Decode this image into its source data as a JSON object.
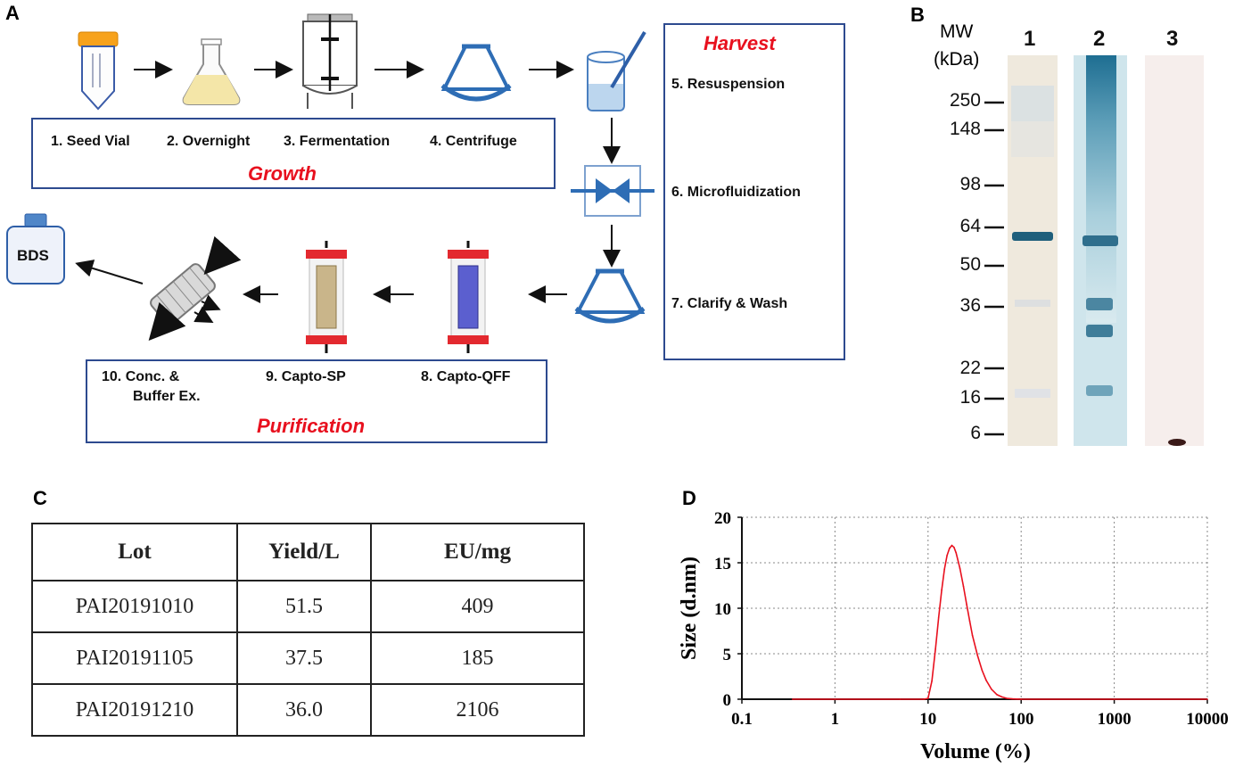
{
  "panels": {
    "a": "A",
    "b": "B",
    "c": "C",
    "d": "D"
  },
  "panel_a": {
    "steps": {
      "seed_vial": "1. Seed Vial",
      "overnight": "2. Overnight",
      "fermentation": "3. Fermentation",
      "centrifuge": "4. Centrifuge",
      "resuspension": "5. Resuspension",
      "microfluidization": "6. Microfluidization",
      "clarify": "7. Clarify & Wash",
      "capto_qff": "8. Capto-QFF",
      "capto_sp": "9. Capto-SP",
      "conc_line1": "10. Conc. &",
      "conc_line2": "Buffer Ex."
    },
    "groups": {
      "growth": "Growth",
      "harvest": "Harvest",
      "purification": "Purification"
    },
    "bds": "BDS"
  },
  "panel_b": {
    "mw_title": "MW",
    "mw_unit": "(kDa)",
    "lanes": [
      "1",
      "2",
      "3"
    ],
    "markers": [
      "250",
      "148",
      "98",
      "64",
      "50",
      "36",
      "22",
      "16",
      "6"
    ]
  },
  "panel_c": {
    "headers": [
      "Lot",
      "Yield/L",
      "EU/mg"
    ],
    "rows": [
      [
        "PAI20191010",
        "51.5",
        "409"
      ],
      [
        "PAI20191105",
        "37.5",
        "185"
      ],
      [
        "PAI20191210",
        "36.0",
        "2106"
      ]
    ]
  },
  "chart_data": {
    "type": "line",
    "xlabel": "Volume (%)",
    "ylabel": "Size (d.nm)",
    "x_scale": "log",
    "xlim": [
      0.1,
      10000
    ],
    "ylim": [
      0,
      20
    ],
    "xticks": [
      "0.1",
      "1",
      "10",
      "100",
      "1000",
      "10000"
    ],
    "yticks": [
      "0",
      "5",
      "10",
      "15",
      "20"
    ],
    "grid": true,
    "series": [
      {
        "color": "#e8101e",
        "x": [
          0.35,
          1,
          5,
          9,
          10,
          11,
          12,
          13,
          14,
          15,
          16,
          17,
          18,
          19,
          20,
          22,
          24,
          26,
          28,
          30,
          34,
          38,
          42,
          48,
          55,
          62,
          70,
          80,
          90,
          100,
          1000,
          10000
        ],
        "y": [
          0,
          0,
          0,
          0,
          0.1,
          2.0,
          5.5,
          9.0,
          12.0,
          14.3,
          15.8,
          16.6,
          16.9,
          16.7,
          16.1,
          14.4,
          12.4,
          10.4,
          8.6,
          7.0,
          4.8,
          3.2,
          2.1,
          1.1,
          0.5,
          0.25,
          0.1,
          0.04,
          0.02,
          0,
          0,
          0
        ]
      }
    ]
  }
}
